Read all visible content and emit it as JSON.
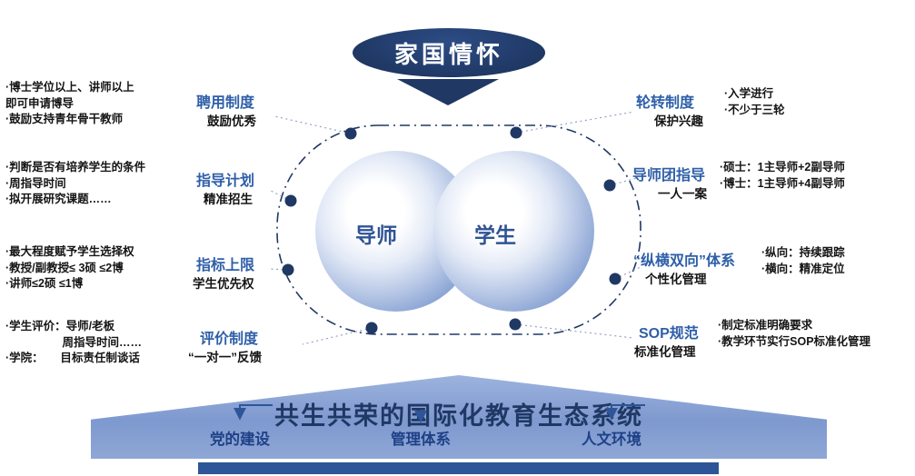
{
  "colors": {
    "navy": "#1f3864",
    "title_blue": "#2e5fa8",
    "accent_blue": "#2e5597",
    "banner_blue": "#8ca6d5",
    "circle_blue": "#4a6db3",
    "text_white": "#ffffff"
  },
  "top_banner": {
    "label": "家国情怀"
  },
  "venn": {
    "left_label": "导师",
    "right_label": "学生"
  },
  "left_groups": [
    {
      "title": "聘用制度",
      "subtitle": "鼓励优秀",
      "bullets": [
        "·博士学位以上、讲师以上即可申请博导",
        "·鼓励支持青年骨干教师"
      ]
    },
    {
      "title": "指导计划",
      "subtitle": "精准招生",
      "bullets": [
        "·判断是否有培养学生的条件",
        "·周指导时间",
        "·拟开展研究课题……"
      ]
    },
    {
      "title": "指标上限",
      "subtitle": "学生优先权",
      "bullets": [
        "·最大程度赋予学生选择权",
        "·教授/副教授≤ 3硕 ≤2博",
        "·讲师≤2硕 ≤1博"
      ]
    },
    {
      "title": "评价制度",
      "subtitle": "“一对一”反馈",
      "bullets": [
        "·学生评价：导师/老板",
        "　　　　　周指导时间……",
        "·学院：　　目标责任制谈话"
      ]
    }
  ],
  "right_groups": [
    {
      "title": "轮转制度",
      "subtitle": "保护兴趣",
      "bullets": [
        "·入学进行",
        "·不少于三轮"
      ]
    },
    {
      "title": "导师团指导",
      "subtitle": "一人一案",
      "bullets": [
        "·硕士：1主导师+2副导师",
        "·博士：1主导师+4副导师"
      ]
    },
    {
      "title": "“纵横双向”体系",
      "subtitle": "个性化管理",
      "bullets": [
        "·纵向：持续跟踪",
        "·横向：精准定位"
      ]
    },
    {
      "title": "SOP规范",
      "subtitle": "标准化管理",
      "bullets": [
        "·制定标准明确要求",
        "·教学环节实行SOP标准化管理"
      ]
    }
  ],
  "bottom": {
    "title": "共生共荣的国际化教育生态系统",
    "items": [
      "党的建设",
      "管理体系",
      "人文环境"
    ]
  }
}
